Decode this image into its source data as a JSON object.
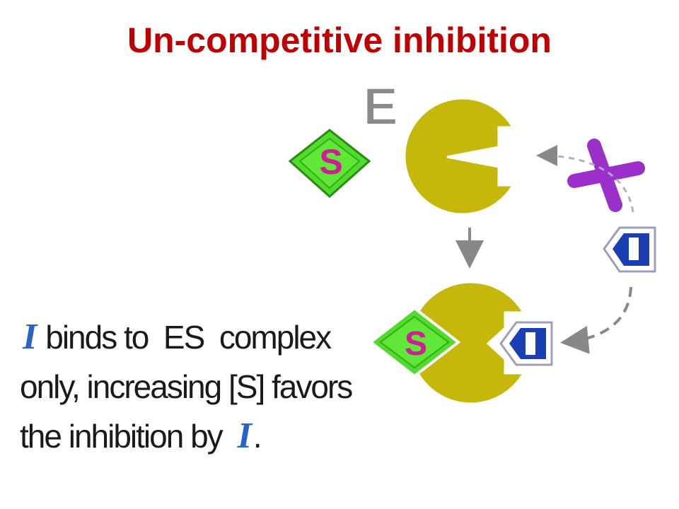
{
  "title": "Un-competitive inhibition",
  "labels": {
    "enzyme": "E",
    "substrate": "S",
    "inhibitor": "I",
    "blocked": "X"
  },
  "caption": {
    "line1_symbol": "I",
    "line1_text": "binds to  ES  complex",
    "line2_text": "only, increasing [S] favors",
    "line3_text": "the inhibition by",
    "line3_symbol": "I",
    "line3_end": "."
  },
  "colors": {
    "title": "#c00000",
    "enzyme_fill": "#c6b80a",
    "substrate_fill": "#4fdc2a",
    "substrate_letter": "#d6199a",
    "inhibitor_fill": "#1a3fb5",
    "blocked_mark": "#9b2fc9",
    "arrow": "#888888"
  }
}
